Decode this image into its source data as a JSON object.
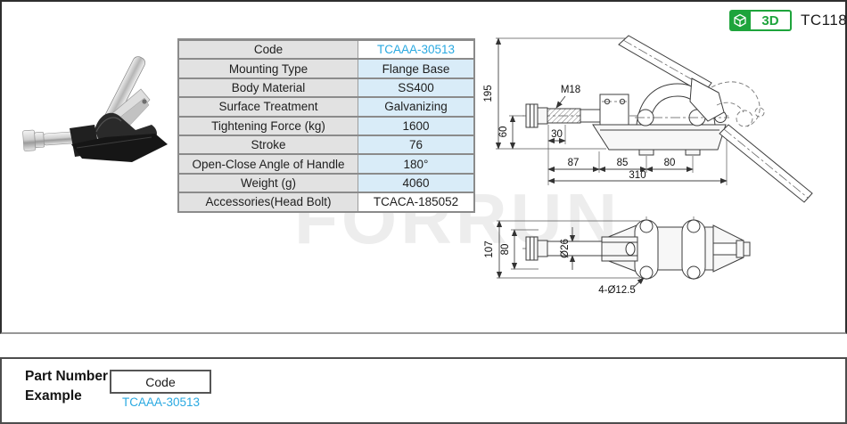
{
  "header": {
    "badge_3d": "3D",
    "part_series": "TC118"
  },
  "watermark": "FORRUN",
  "spec_table": {
    "rows": [
      {
        "label": "Code",
        "value": "TCAAA-30513"
      },
      {
        "label": "Mounting Type",
        "value": "Flange Base"
      },
      {
        "label": "Body Material",
        "value": "SS400"
      },
      {
        "label": "Surface Treatment",
        "value": "Galvanizing"
      },
      {
        "label": "Tightening Force (kg)",
        "value": "1600"
      },
      {
        "label": "Stroke",
        "value": "76"
      },
      {
        "label": "Open-Close Angle of Handle",
        "value": "180°"
      },
      {
        "label": "Weight (g)",
        "value": "4060"
      },
      {
        "label": "Accessories(Head Bolt)",
        "value": "TCACA-185052"
      }
    ]
  },
  "drawing": {
    "side_view": {
      "overall_height": "195",
      "rod_center_height": "60",
      "thread_label": "M18",
      "thread_length": "30",
      "dim_87": "87",
      "dim_85": "85",
      "dim_80": "80",
      "overall_length": "310"
    },
    "top_view": {
      "overall_width": "107",
      "flange_width": "80",
      "rod_diameter": "Ø26",
      "mounting_holes": "4-Ø12.5"
    }
  },
  "footer": {
    "label_line1": "Part Number",
    "label_line2": "Example",
    "code_box": "Code",
    "code_value": "TCAAA-30513"
  },
  "colors": {
    "accent_blue": "#29a9e1",
    "badge_green": "#1ea43c",
    "table_value_bg": "#d9ecf8",
    "table_label_bg": "#e2e2e2",
    "watermark_gray": "#ededed"
  }
}
